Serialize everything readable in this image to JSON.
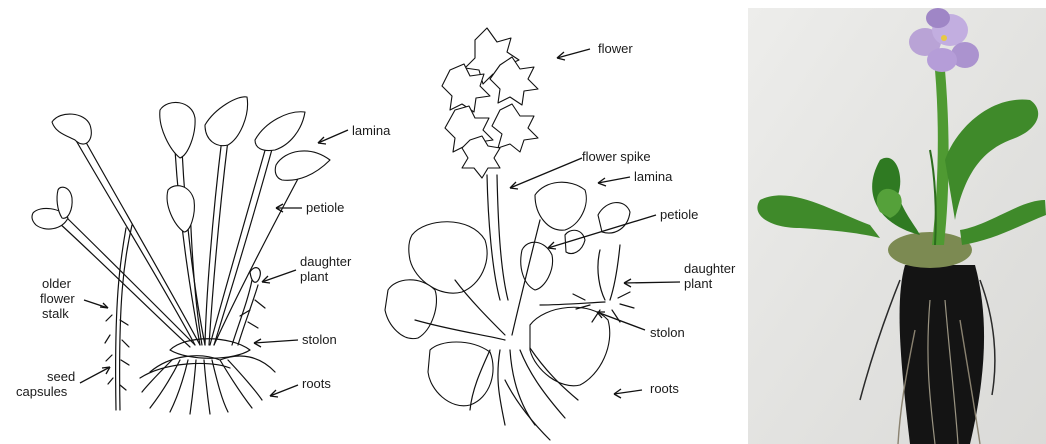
{
  "left_drawing": {
    "labels": {
      "lamina": "lamina",
      "petiole": "petiole",
      "daughter_plant_1": "daughter",
      "daughter_plant_2": "plant",
      "older_flower_stalk_1": "older",
      "older_flower_stalk_2": "flower",
      "older_flower_stalk_3": "stalk",
      "stolon": "stolon",
      "seed_capsules_1": "seed",
      "seed_capsules_2": "capsules",
      "roots": "roots"
    }
  },
  "middle_drawing": {
    "labels": {
      "flower": "flower",
      "flower_spike": "flower spike",
      "lamina": "lamina",
      "petiole": "petiole",
      "daughter_plant_1": "daughter",
      "daughter_plant_2": "plant",
      "stolon": "stolon",
      "roots": "roots"
    }
  },
  "photo": {
    "background": "#e6e6e4",
    "leaf_color": "#3f8a2a",
    "flower_color": "#b9a3d6",
    "root_color": "#141414"
  }
}
